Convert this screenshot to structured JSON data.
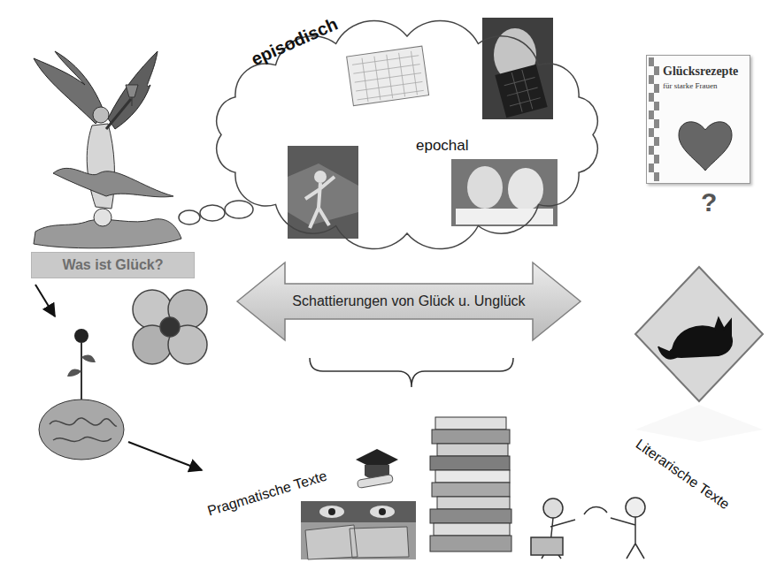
{
  "diagram": {
    "nodes": [
      {
        "text": [
          "episodisch",
          "epochal"
        ]
      },
      {
        "text": [
          "Glücksrezepte",
          "für starke Frauen"
        ]
      },
      {
        "text": [
          "Was ist Glück?"
        ]
      },
      {
        "text": [
          "Schattierungen von Glück u. Unglück"
        ]
      }
    ],
    "labels": [
      "?",
      "Pragmatische Texte",
      "Literarische Texte"
    ]
  }
}
